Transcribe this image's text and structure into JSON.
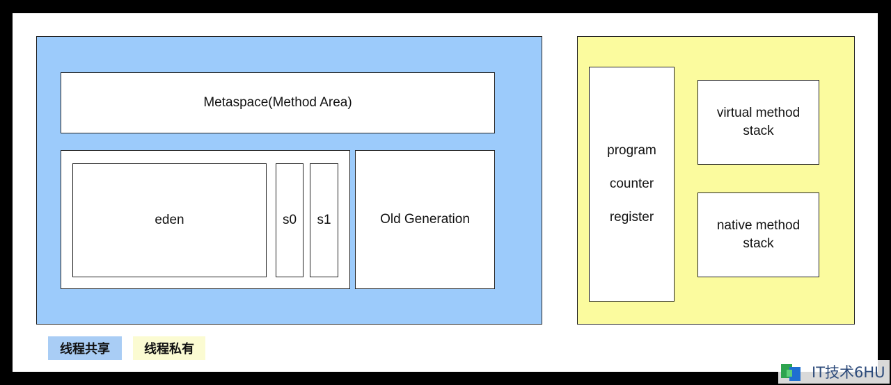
{
  "diagram": {
    "shared_region": {
      "metaspace": "Metaspace(Method Area)",
      "young": {
        "eden": "eden",
        "s0": "s0",
        "s1": "s1"
      },
      "old_generation": "Old Generation"
    },
    "private_region": {
      "program_counter_lines": [
        "program",
        "counter",
        "register"
      ],
      "virtual_method_stack_lines": [
        "virtual method",
        "stack"
      ],
      "native_method_stack_lines": [
        "native method",
        "stack"
      ]
    },
    "legend": {
      "shared_label": "线程共享",
      "private_label": "线程私有"
    },
    "watermark": "IT技术6HU"
  },
  "colors": {
    "shared": "#9ccbfb",
    "private": "#fbfb9e",
    "legend_shared": "#a9cdf5",
    "legend_private": "#fbfbd2"
  }
}
